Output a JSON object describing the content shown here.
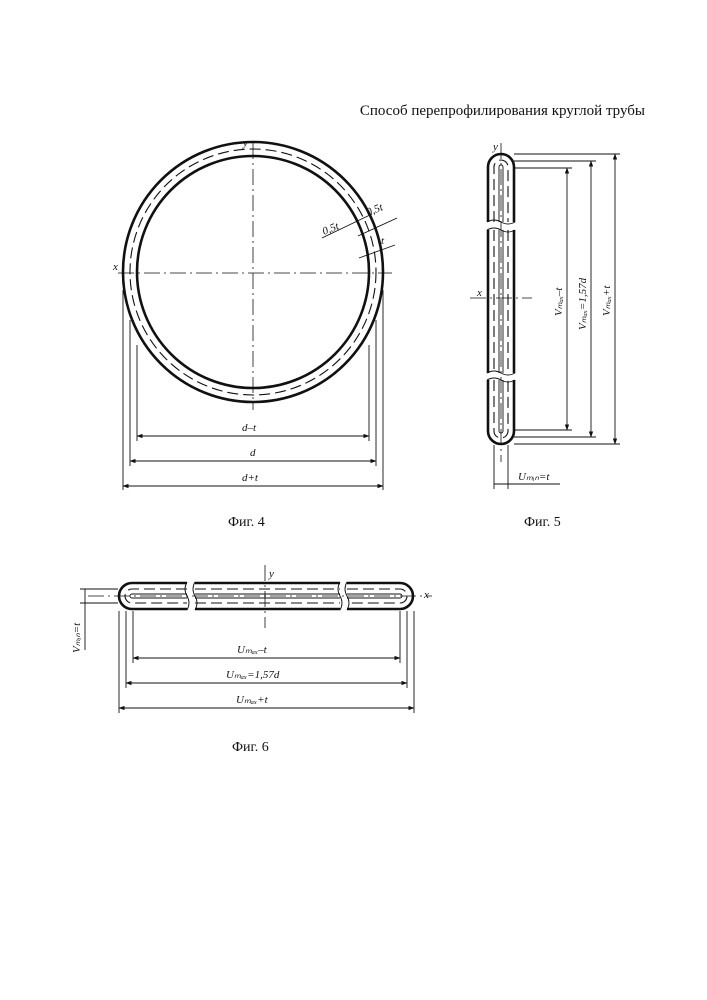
{
  "document": {
    "title": "Способ перепрофилирования круглой трубы"
  },
  "fig4": {
    "caption": "Фиг. 4",
    "axis_x": "x",
    "axis_y": "y",
    "dim_half_t_1": "0,5t",
    "dim_half_t_2": "0,5t",
    "dim_t": "t",
    "dim_d_minus_t": "d–t",
    "dim_d": "d",
    "dim_d_plus_t": "d+t"
  },
  "fig5": {
    "caption": "Фиг. 5",
    "axis_x": "x",
    "axis_y": "y",
    "dim_vmax_minus_t": "Vₘₐₓ–t",
    "dim_vmax": "Vₘₐₓ=1,57d",
    "dim_vmax_plus_t": "Vₘₐₓ+t",
    "dim_umin": "Uₘᵢₙ=t"
  },
  "fig6": {
    "caption": "Фиг. 6",
    "axis_x": "x",
    "axis_y": "y",
    "dim_vmin": "Vₘᵢₙ=t",
    "dim_umax_minus_t": "Uₘₐₓ–t",
    "dim_umax": "Uₘₐₓ=1,57d",
    "dim_umax_plus_t": "Uₘₐₓ+t"
  }
}
